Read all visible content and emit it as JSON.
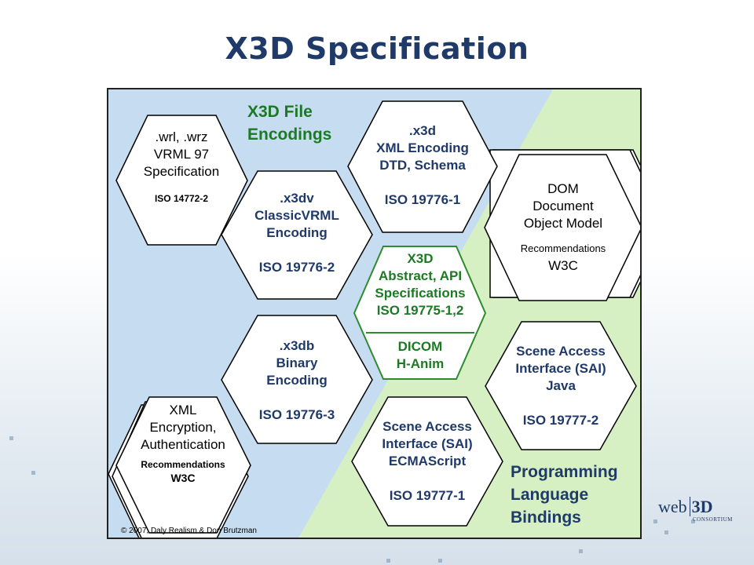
{
  "title": "X3D Specification",
  "regions": {
    "file_encodings": [
      "X3D File",
      "Encodings"
    ],
    "programming_bindings": [
      "Programming",
      "Language",
      "Bindings"
    ]
  },
  "hexagons": {
    "vrml97": {
      "lines": [
        ".wrl, .wrz",
        "VRML 97",
        "Specification"
      ],
      "iso": "ISO 14772-2"
    },
    "x3dv": {
      "lines": [
        ".x3dv",
        "ClassicVRML",
        "Encoding"
      ],
      "iso": "ISO 19776-2"
    },
    "x3d_xml": {
      "lines": [
        ".x3d",
        "XML Encoding",
        "DTD, Schema"
      ],
      "iso": "ISO 19776-1"
    },
    "x3db": {
      "lines": [
        ".x3db",
        "Binary",
        "Encoding"
      ],
      "iso": "ISO 19776-3"
    },
    "abstract": {
      "lines": [
        "X3D",
        "Abstract, API",
        "Specifications",
        "ISO 19775-1,2"
      ],
      "lower": [
        "DICOM",
        "H-Anim"
      ]
    },
    "dom": {
      "lines": [
        "DOM",
        "Document",
        "Object Model"
      ],
      "rec": "Recommendations",
      "org": "W3C"
    },
    "sai_java": {
      "lines": [
        "Scene Access",
        "Interface (SAI)",
        "Java"
      ],
      "iso": "ISO 19777-2"
    },
    "sai_ecma": {
      "lines": [
        "Scene Access",
        "Interface (SAI)",
        "ECMAScript"
      ],
      "iso": "ISO 19777-1"
    },
    "xml_enc": {
      "lines": [
        "XML",
        "Encryption,",
        "Authentication"
      ],
      "rec": "Recommendations",
      "org": "W3C"
    }
  },
  "copyright": "© 2007, Daly Realism & Don Brutzman",
  "logo": {
    "main_a": "web",
    "main_b": "3D",
    "sub": "CONSORTIUM"
  },
  "colors": {
    "title": "#1f3a68",
    "blue_region": "#c6dcf0",
    "green_region": "#d6f0c4",
    "center_border": "#2e8b2e",
    "green_text": "#1d7a24"
  }
}
